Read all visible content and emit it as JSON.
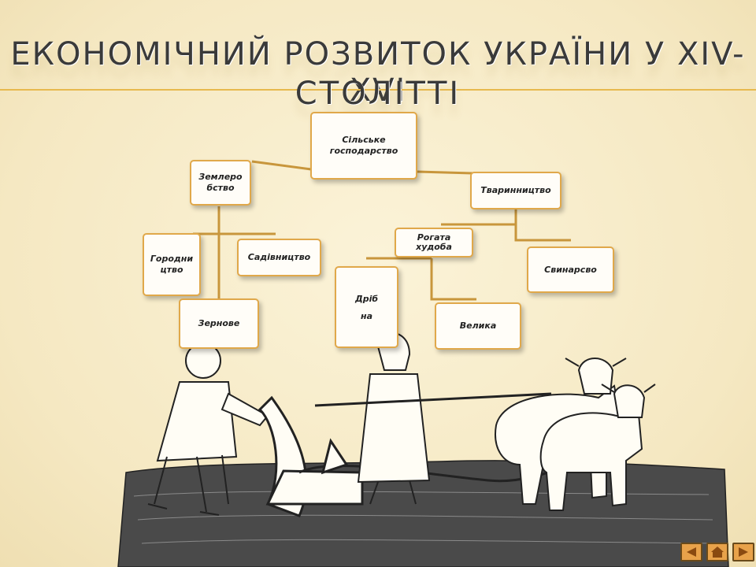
{
  "slide": {
    "title_line1": "ЕКОНОМІЧНИЙ РОЗВИТОК УКРАЇНИ У XIV-XVI",
    "title_line2": "СТОЛІТТІ"
  },
  "diagram": {
    "root": "Сільське\nгосподарство",
    "farming": "Землеро\nбство",
    "livestock": "Тваринництво",
    "gardening": "Городни\nцтво",
    "orchards": "Садівництво",
    "grain": "Зернове",
    "cattle": "Рогата\nхудоба",
    "pigs": "Свинарсво",
    "small": "Дріб\n\nна",
    "large": "Велика"
  },
  "navigation": {
    "prev_icon": "arrow-left-icon",
    "home_icon": "home-icon",
    "next_icon": "arrow-right-icon"
  },
  "colors": {
    "background": "#f6ebc8",
    "accent": "#e7b94e",
    "node_border": "#e0a84a",
    "connector": "#c8963c",
    "nav": "#e8a24a"
  }
}
